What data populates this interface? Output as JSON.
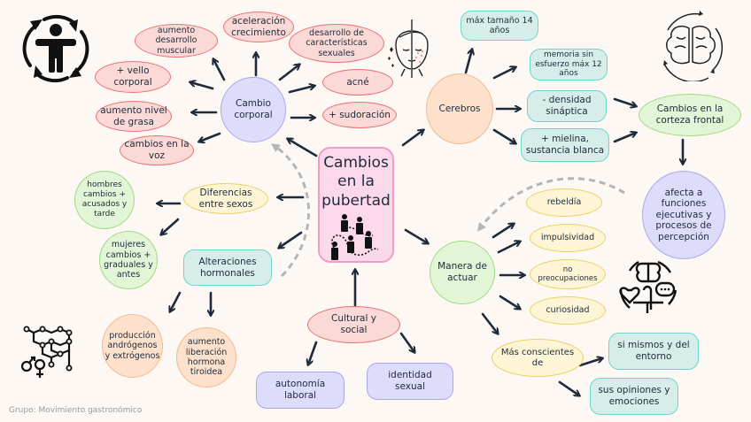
{
  "diagram": {
    "central": {
      "title_lines": [
        "Cambios",
        "en la",
        "pubertad"
      ],
      "icon": "people-paths-icon"
    },
    "cambio_corporal": {
      "label": "Cambio corporal",
      "children": [
        "aumento desarrollo muscular",
        "aceleración crecimiento",
        "desarrollo de características sexuales",
        "acné",
        "+ sudoración",
        "+ vello corporal",
        "aumento nivel de grasa",
        "cambios en la voz"
      ]
    },
    "cerebros": {
      "label": "Cerebros",
      "children": [
        "máx tamaño 14 años",
        "memoria sin esfuerzo máx 12 años",
        "- densidad sináptica",
        "+ mielina, sustancia blanca"
      ],
      "corteza": "Cambios en la corteza frontal",
      "afecta": "afecta a funciones ejecutivas y procesos de percepción"
    },
    "diferencias": {
      "label": "Diferencias entre sexos",
      "children": [
        "hombres cambios + acusados y tarde",
        "mujeres cambios + graduales y antes"
      ]
    },
    "alteraciones": {
      "label": "Alteraciones hormonales",
      "children": [
        "producción andrógenos y extrógenos",
        "aumento liberación hormona tiroidea"
      ]
    },
    "cultural": {
      "label": "Cultural y social",
      "children": [
        "autonomía laboral",
        "identidad sexual"
      ]
    },
    "manera": {
      "label": "Manera de actuar",
      "children": [
        "rebeldía",
        "impulsividad",
        "no preocupaciones",
        "curiosidad"
      ],
      "conscientes": "Más conscientes de",
      "conscientes_children": [
        "si mismos y del entorno",
        "sus opiniones y emociones"
      ]
    },
    "icons": [
      "body-rotation-icon",
      "face-acne-icon",
      "brain-cycle-icon",
      "mind-emotions-icon",
      "hormone-molecule-icon"
    ]
  },
  "footer": "Grupo: Movimiento gastronómico",
  "colors": {
    "arrow": "#1d2b3a",
    "dashed": "#b5b5b5",
    "background": "#fdf8f4"
  }
}
